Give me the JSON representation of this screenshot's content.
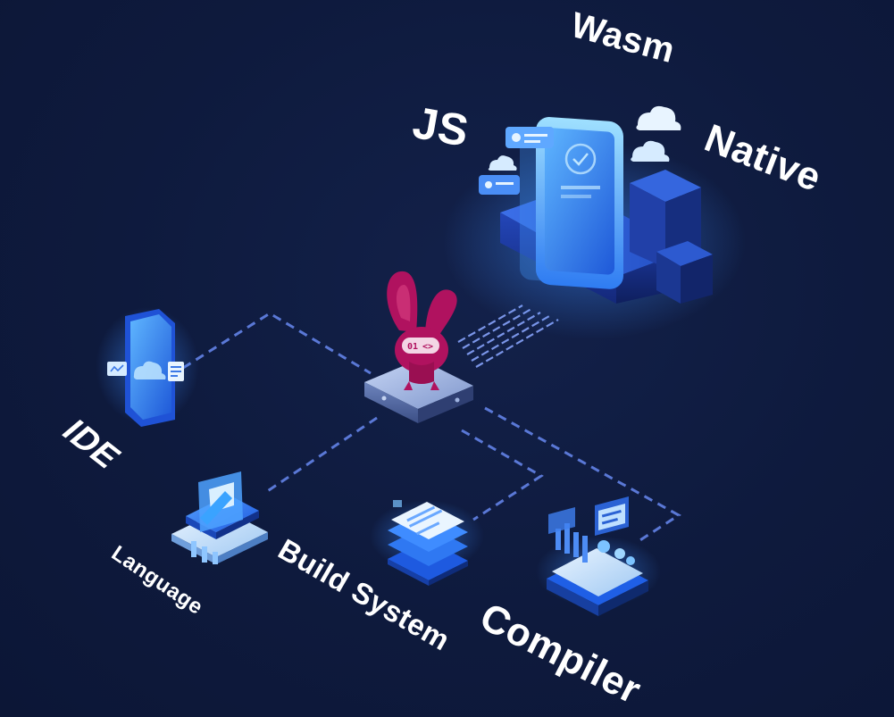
{
  "labels": {
    "js": "JS",
    "wasm": "Wasm",
    "native": "Native",
    "ide": "IDE",
    "language": "Language",
    "build_system": "Build System",
    "compiler": "Compiler"
  },
  "mascot": {
    "badge_text": "01",
    "code_glyph": "<>"
  },
  "colors": {
    "background": "#0e1a3d",
    "accent_blue": "#2f6cf0",
    "light_blue": "#7cc3ff",
    "dashed_line": "#5a78d6",
    "mascot_magenta": "#b0125f"
  }
}
